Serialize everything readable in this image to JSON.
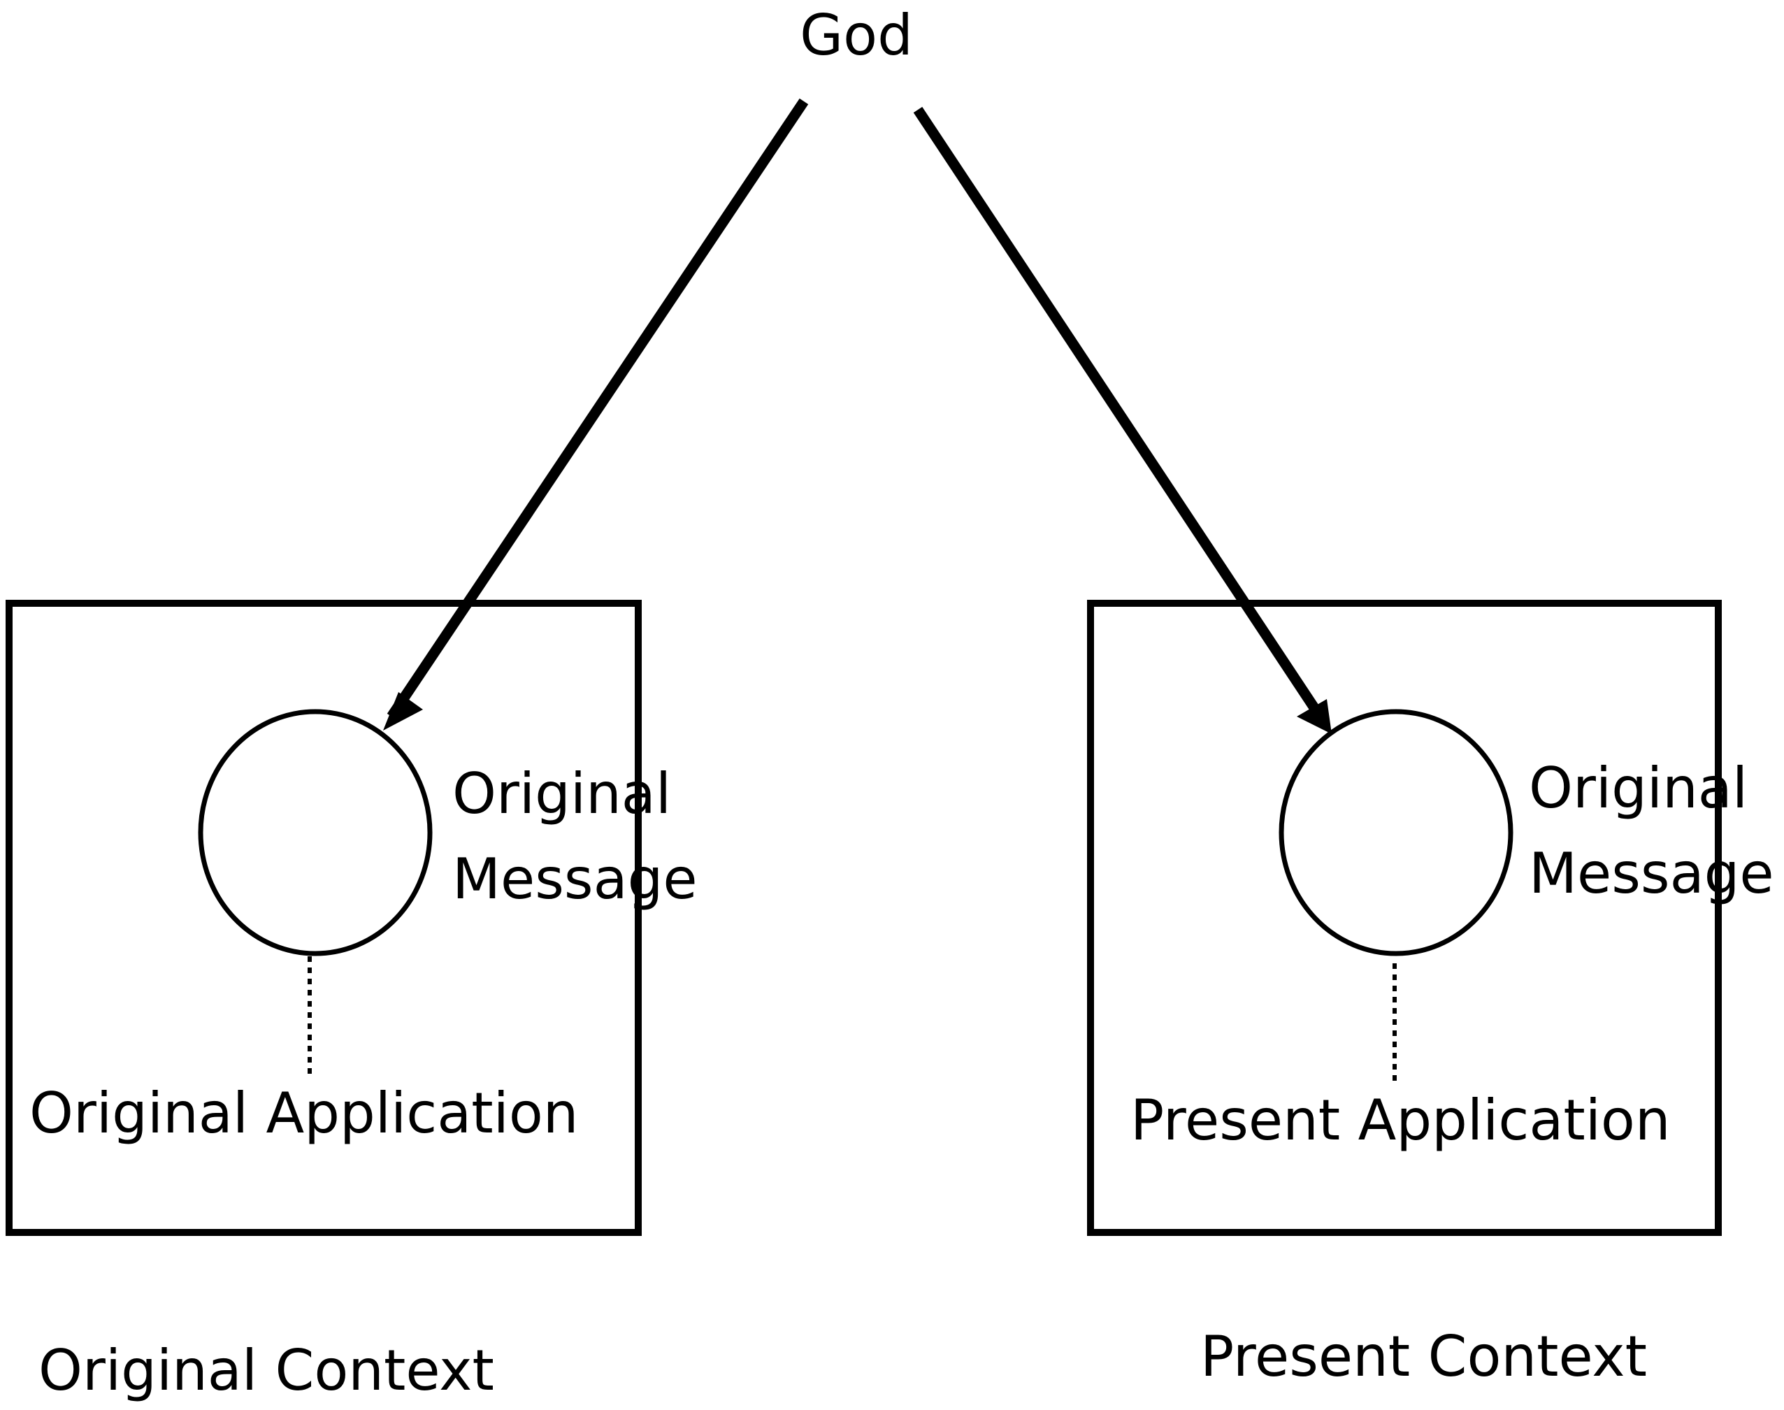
{
  "diagram": {
    "title": "God",
    "colors": {
      "stroke": "#000000",
      "background": "#ffffff"
    },
    "left": {
      "message_line1": "Original",
      "message_line2": "Message",
      "application": "Original Application",
      "context": "Original Context"
    },
    "right": {
      "message_line1": "Original",
      "message_line2": "Message",
      "application": "Present Application",
      "context": "Present Context"
    },
    "edges": [
      {
        "from": "God",
        "to": "Original Message (Original Context)",
        "style": "solid-arrow"
      },
      {
        "from": "God",
        "to": "Original Message (Present Context)",
        "style": "solid-arrow"
      },
      {
        "from": "Original Message (Original Context)",
        "to": "Original Application",
        "style": "dotted"
      },
      {
        "from": "Original Message (Present Context)",
        "to": "Present Application",
        "style": "dotted"
      }
    ]
  }
}
